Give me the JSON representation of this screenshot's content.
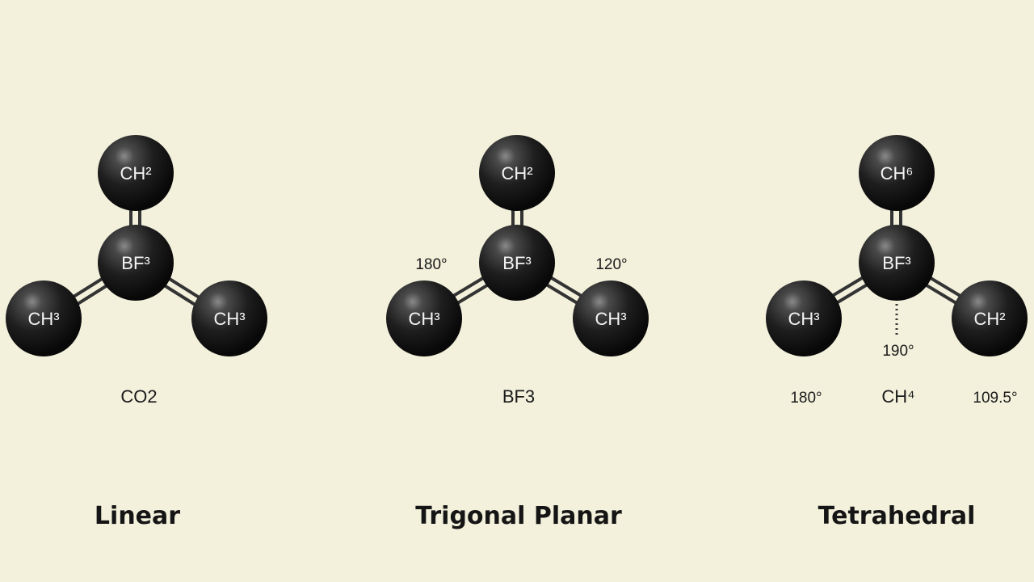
{
  "colors": {
    "background": "#f3f1dc",
    "atom": "#1c1c1c",
    "bond": "#3a3a3a",
    "text": "#151515"
  },
  "molecules": [
    {
      "id": "linear",
      "title": "Linear",
      "formula": "CO2",
      "atoms": {
        "top": "CH²",
        "center": "BF³",
        "left": "CH³",
        "right": "CH³"
      },
      "angles": []
    },
    {
      "id": "trigonal-planar",
      "title": "Trigonal Planar",
      "formula": "BF3",
      "atoms": {
        "top": "CH²",
        "center": "BF³",
        "left": "CH³",
        "right": "CH³"
      },
      "angles": [
        {
          "id": "left",
          "text": "180°"
        },
        {
          "id": "right",
          "text": "120°"
        }
      ]
    },
    {
      "id": "tetrahedral",
      "title": "Tetrahedral",
      "formula": "CH⁴",
      "atoms": {
        "top": "CH⁶",
        "center": "BF³",
        "left": "CH³",
        "right": "CH²"
      },
      "angles": [
        {
          "id": "below-center",
          "text": "190°"
        },
        {
          "id": "bottom-left",
          "text": "180°"
        },
        {
          "id": "bottom-right",
          "text": "109.5°"
        }
      ]
    }
  ]
}
